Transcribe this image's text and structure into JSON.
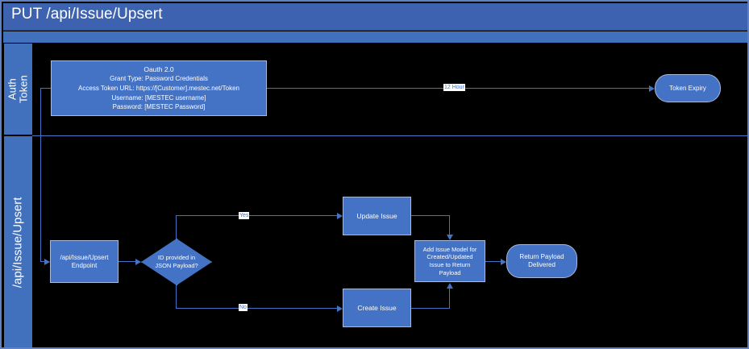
{
  "header": {
    "title": "PUT /api/Issue/Upsert"
  },
  "lanes": [
    {
      "id": "auth-token",
      "label": "Auth\nToken"
    },
    {
      "id": "api-issue-upsert",
      "label": "/api/Issue/Upsert"
    }
  ],
  "lane_labels": {
    "auth_line1": "Auth",
    "auth_line2": "Token",
    "api": "/api/Issue/Upsert"
  },
  "auth_lane": {
    "oauth_box": {
      "line1": "Oauth 2.0",
      "line2": "Grant Type: Password Credentials",
      "line3": "Access Token URL: https://[Customer].mestec.net/Token",
      "line4": "Username: [MESTEC username]",
      "line5": "Password: [MESTEC Password]"
    },
    "expiry_edge_label": "12 Hour",
    "token_expiry": "Token Expiry"
  },
  "api_lane": {
    "endpoint_box": {
      "line1": "/api/Issue/Upsert",
      "line2": "Endpoint"
    },
    "decision": {
      "line1": "ID provided in",
      "line2": "JSON Payload?"
    },
    "branch_yes_label": "Yes",
    "branch_no_label": "No",
    "update_issue": "Update Issue",
    "create_issue": "Create Issue",
    "merge_box": {
      "line1": "Add Issue Model for",
      "line2": "Created/Updated",
      "line3": "Issue to Return",
      "line4": "Payload"
    },
    "return_payload": {
      "line1": "Return Payload",
      "line2": "Delivered"
    }
  },
  "colors": {
    "shape_fill": "#4472C4",
    "header_bar": "#3D63B0",
    "lane_strip": "#4170BD",
    "connector": "#4472C4",
    "background": "#000000",
    "shape_border": "#A9B9D9",
    "text": "#FFFFFF"
  }
}
